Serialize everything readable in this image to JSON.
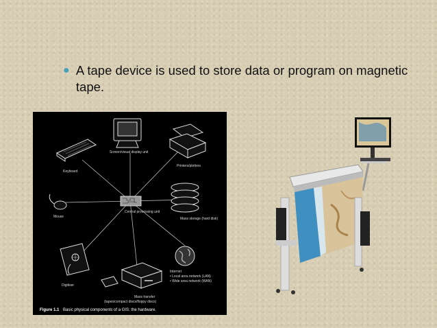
{
  "slide": {
    "bullet": "A tape device is used to store data or program on magnetic tape."
  },
  "figure": {
    "labels": {
      "screen": "Screen/visual display unit",
      "printers": "Printers/plotters",
      "keyboard": "Keyboard",
      "mouse": "Mouse",
      "cpu": "Central processing unit",
      "mass_storage": "Mass storage (hard disk)",
      "internet_title": "Internet",
      "internet_lan": "• Local area network (LAN)",
      "internet_wan": "• Wide area network (WAN)",
      "digitiser": "Digitiser",
      "mass_transfer": "Mass transfer",
      "mass_transfer_sub": "(tapes/compact discs/floppy discs)"
    },
    "caption_number": "Figure 1.1",
    "caption_text": "Basic physical components of a GIS: the hardware."
  },
  "icons": [
    "bullet-dot-icon",
    "monitor-icon",
    "printer-icon",
    "keyboard-icon",
    "mouse-icon",
    "cpu-chip-icon",
    "hard-disk-icon",
    "globe-icon",
    "digitiser-icon",
    "tape-drive-icon",
    "floppy-icon",
    "large-format-plotter-icon",
    "workstation-monitor-icon"
  ],
  "colors": {
    "bullet": "#4aa0b8",
    "figure_bg": "#000000",
    "slide_bg": "#d7cdb3"
  }
}
